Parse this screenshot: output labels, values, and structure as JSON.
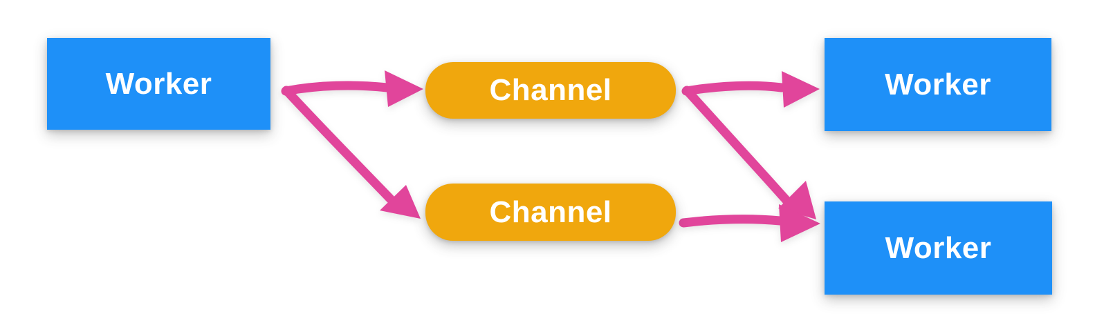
{
  "colors": {
    "background": "#FFFFFF",
    "worker_fill": "#1E90F8",
    "channel_fill": "#F0A70D",
    "arrow": "#E1459B",
    "label_text": "#FFFFFF"
  },
  "diagram": {
    "title": "",
    "nodes": [
      {
        "id": "worker-left",
        "label": "Worker",
        "shape": "rectangle"
      },
      {
        "id": "channel-top",
        "label": "Channel",
        "shape": "rounded-pill"
      },
      {
        "id": "channel-bottom",
        "label": "Channel",
        "shape": "rounded-pill"
      },
      {
        "id": "worker-right-top",
        "label": "Worker",
        "shape": "rectangle"
      },
      {
        "id": "worker-right-bottom",
        "label": "Worker",
        "shape": "rectangle"
      }
    ],
    "edges": [
      {
        "from": "worker-left",
        "to": "channel-top"
      },
      {
        "from": "worker-left",
        "to": "channel-bottom"
      },
      {
        "from": "channel-top",
        "to": "worker-right-top"
      },
      {
        "from": "channel-top",
        "to": "worker-right-bottom"
      },
      {
        "from": "channel-bottom",
        "to": "worker-right-bottom"
      }
    ]
  }
}
